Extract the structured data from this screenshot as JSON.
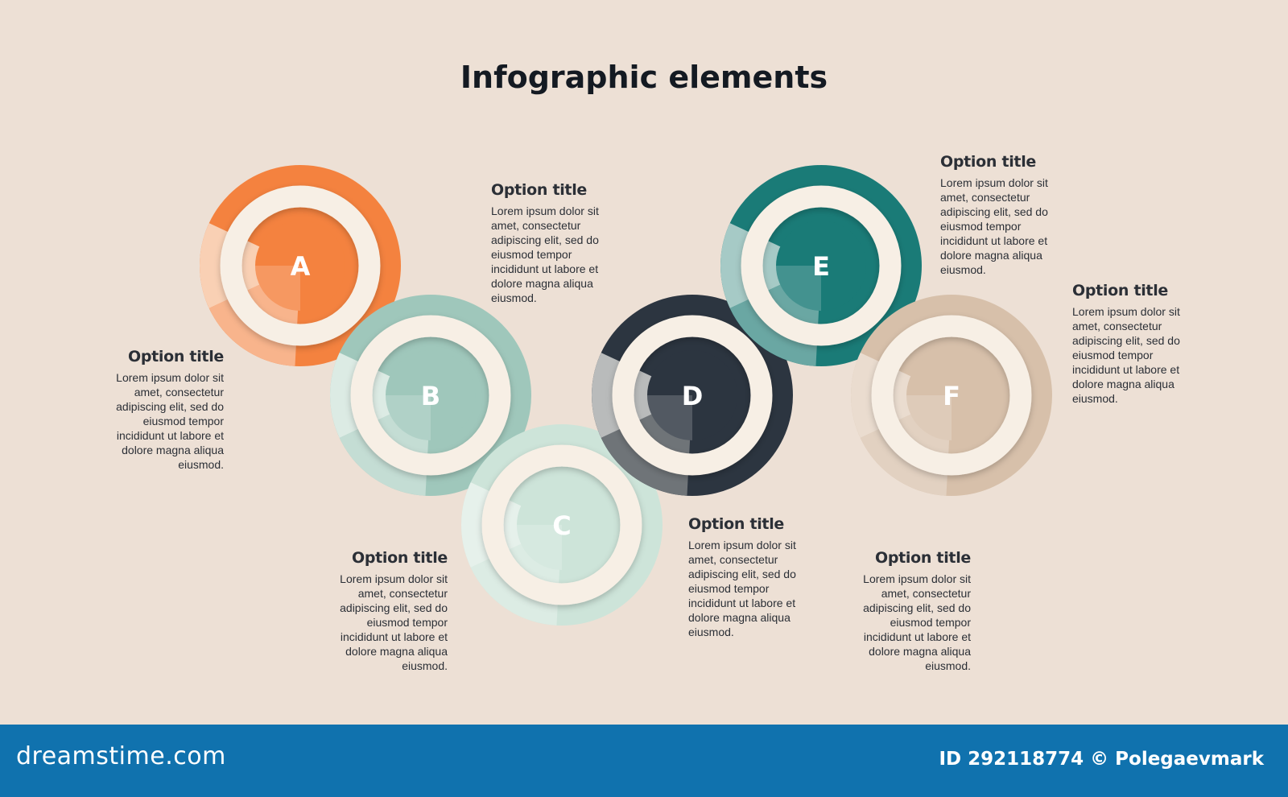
{
  "title": "Infographic elements",
  "steps": [
    {
      "letter": "A",
      "color": "#f4823f",
      "light": "#f8b48c",
      "pale": "#f9d0b4"
    },
    {
      "letter": "B",
      "color": "#9fc7bb",
      "light": "#c4ddd4",
      "pale": "#dcebe4"
    },
    {
      "letter": "C",
      "color": "#cde4d9",
      "light": "#dcece4",
      "pale": "#e6f1eb"
    },
    {
      "letter": "D",
      "color": "#2c3540",
      "light": "#6f7478",
      "pale": "#b9bbbb"
    },
    {
      "letter": "E",
      "color": "#1a7b77",
      "light": "#6aa7a3",
      "pale": "#a6cac6"
    },
    {
      "letter": "F",
      "color": "#d7c0aa",
      "light": "#e2d1c1",
      "pale": "#eadccf"
    }
  ],
  "options": [
    {
      "title": "Option title",
      "text": "Lorem ipsum dolor sit amet, consectetur adipiscing elit, sed do eiusmod tempor incididunt ut labore et dolore magna aliqua eiusmod."
    },
    {
      "title": "Option title",
      "text": "Lorem ipsum dolor sit amet, consectetur adipiscing elit, sed do eiusmod tempor incididunt ut labore et dolore magna aliqua eiusmod."
    },
    {
      "title": "Option title",
      "text": "Lorem ipsum dolor sit amet, consectetur adipiscing elit, sed do eiusmod tempor incididunt ut labore et dolore magna aliqua eiusmod."
    },
    {
      "title": "Option title",
      "text": "Lorem ipsum dolor sit amet, consectetur adipiscing elit, sed do eiusmod tempor incididunt ut labore et dolore magna aliqua eiusmod."
    },
    {
      "title": "Option title",
      "text": "Lorem ipsum dolor sit amet, consectetur adipiscing elit, sed do eiusmod tempor incididunt ut labore et dolore magna aliqua eiusmod."
    },
    {
      "title": "Option title",
      "text": "Lorem ipsum dolor sit amet, consectetur adipiscing elit, sed do eiusmod tempor incididunt ut labore et dolore magna aliqua eiusmod."
    },
    {
      "title": "Option title",
      "text": "Lorem ipsum dolor sit amet, consectetur adipiscing elit, sed do eiusmod tempor incididunt ut labore et dolore magna aliqua eiusmod."
    }
  ],
  "footer": {
    "brand": "dreamstime.com",
    "credit": "ID 292118774 © Polegaevmark",
    "color": "#1072ae"
  },
  "colors": {
    "background": "#ede0d5",
    "ring": "#f7efe5"
  }
}
